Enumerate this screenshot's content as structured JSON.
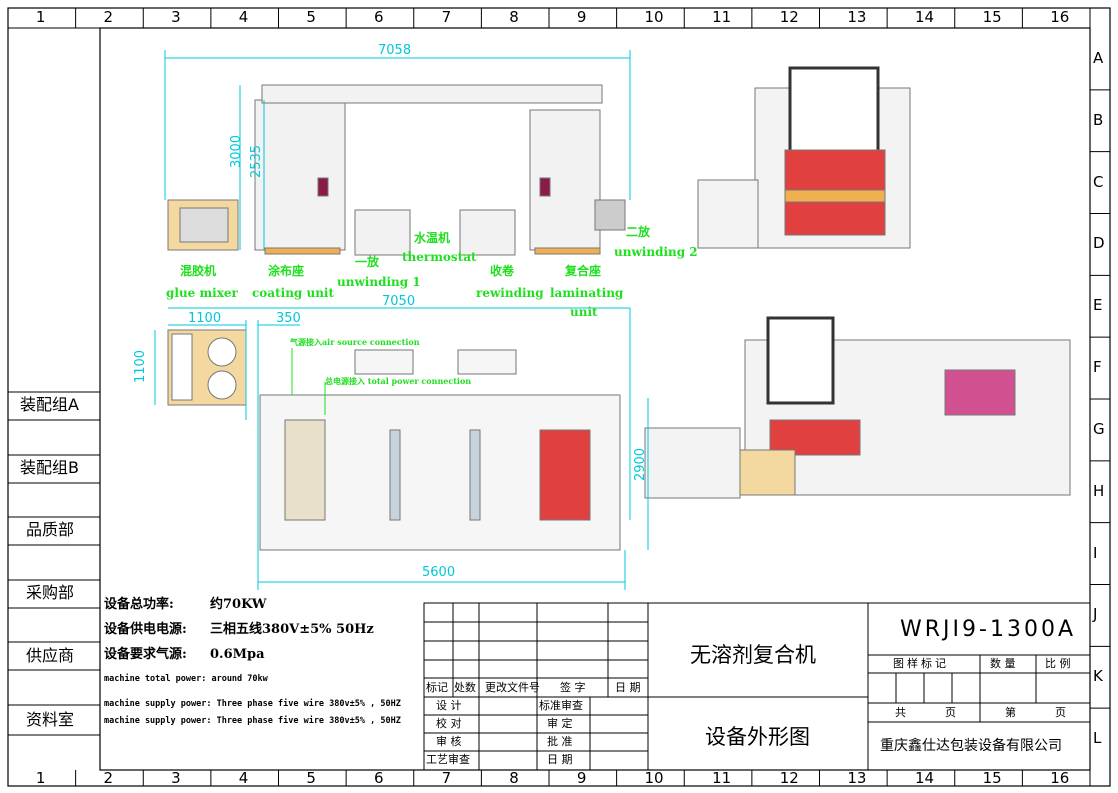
{
  "frame": {
    "columns": [
      "1",
      "2",
      "3",
      "4",
      "5",
      "6",
      "7",
      "8",
      "9",
      "10",
      "11",
      "12",
      "13",
      "14",
      "15",
      "16"
    ],
    "rows": [
      "A",
      "B",
      "C",
      "D",
      "E",
      "F",
      "G",
      "H",
      "I",
      "J",
      "K",
      "L"
    ],
    "side_labels": [
      "装配组A",
      "装配组B",
      "品质部",
      "采购部",
      "供应商",
      "资料室"
    ]
  },
  "dimensions": {
    "top_length": "7058",
    "height_total": "3000",
    "height_inner": "2535",
    "plan_length": "7050",
    "mixer_width": "1100",
    "gap": "350",
    "mixer_depth": "1100",
    "plan_width": "2900",
    "plan_base_length": "5600"
  },
  "labels": {
    "glue_mixer_cn": "混胶机",
    "glue_mixer_en": "glue mixer",
    "coating_cn": "涂布座",
    "coating_en": "coating unit",
    "unwinding1_cn": "一放",
    "unwinding1_en": "unwinding 1",
    "thermostat_cn": "水温机",
    "thermostat_en": "thermostat",
    "rewinding_cn": "收卷",
    "rewinding_en": "rewinding",
    "laminating_cn": "复合座",
    "laminating_en": "laminating",
    "laminating_en2": "unit",
    "unwinding2_cn": "二放",
    "unwinding2_en": "unwinding 2",
    "air_source": "气源接入air source connection",
    "power_conn": "总电源接入 total power connection"
  },
  "specs": {
    "power_label": "设备总功率:",
    "power_value": "约70KW",
    "supply_label": "设备供电电源:",
    "supply_value": "三相五线380V±5%  50Hz",
    "air_label": "设备要求气源:",
    "air_value": "0.6Mpa",
    "en1": "machine total power:   around 70kw",
    "en2": "machine supply power:  Three phase five wire   380v±5% , 50HZ",
    "en3": "machine supply power:  Three phase five wire   380v±5% , 50HZ"
  },
  "title_block": {
    "rev_headers": [
      "标记",
      "处数",
      "更改文件号",
      "签 字",
      "日 期"
    ],
    "sign_left": [
      "设 计",
      "校 对",
      "审 核",
      "工艺审查"
    ],
    "sign_right": [
      "标准审查",
      "审 定",
      "批 准",
      "日 期"
    ],
    "product_name": "无溶剂复合机",
    "drawing_name": "设备外形图",
    "model": "WRJI9-1300A",
    "mark_header": "图样标记",
    "qty_header": "数 量",
    "scale_header": "比 例",
    "total_pages": "共",
    "page_unit": "页",
    "page_no": "第",
    "page_unit2": "页",
    "company": "重庆鑫仕达包装设备有限公司"
  }
}
